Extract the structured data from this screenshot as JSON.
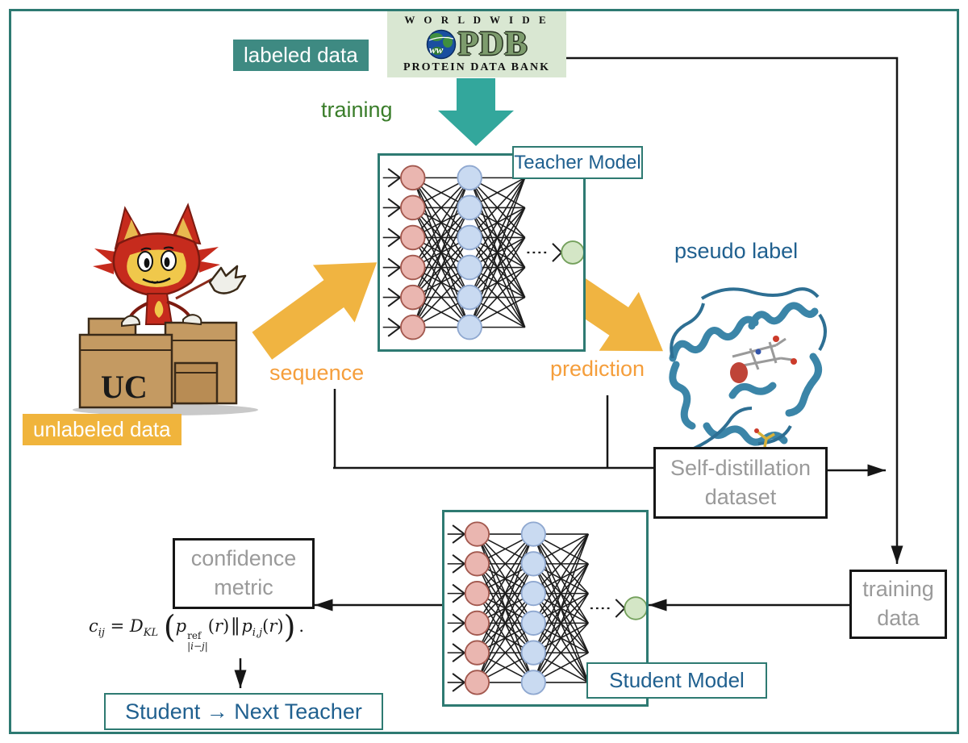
{
  "badges": {
    "labeled": "labeled data",
    "unlabeled": "unlabeled data"
  },
  "pdb_logo": {
    "worldwide": "W O R L D W I D E",
    "ww": "ww",
    "acronym": "PDB",
    "protein_data_bank": "PROTEIN DATA BANK"
  },
  "flow_labels": {
    "training": "training",
    "sequence": "sequence",
    "prediction": "prediction",
    "pseudo_label": "pseudo label"
  },
  "model_boxes": {
    "teacher": "Teacher Model",
    "student": "Student Model"
  },
  "data_boxes": {
    "self_distillation_line1": "Self-distillation",
    "self_distillation_line2": "dataset",
    "training_data_line1": "training",
    "training_data_line2": "data",
    "confidence_line1": "confidence",
    "confidence_line2": "metric"
  },
  "next_teacher": "Student → Next Teacher",
  "mascot": {
    "box_label": "UC"
  },
  "formula": {
    "lhs_var": "c",
    "lhs_sub": "ij",
    "equals": " = ",
    "op": "D",
    "op_sub": "KL",
    "open_paren": "(",
    "close_paren": ")",
    "p1": "p",
    "p1_sup": "ref",
    "p1_sub": "|i−j|",
    "arg_open": "(",
    "arg_var": "r",
    "arg_close": ")",
    "double_bar": "∥",
    "p2": "p",
    "p2_sub": "i,j",
    "period": "."
  },
  "colors": {
    "frame_teal": "#2e7a72",
    "teal_arrow": "#33a79c",
    "badge_teal": "#3e8a82",
    "badge_yellow": "#f0b43c",
    "arrow_yellow": "#f0b441",
    "orange_text": "#f59e3b",
    "green_text": "#3a7d2a",
    "blue_text": "#20608f",
    "gray_text": "#9a9a9a"
  }
}
